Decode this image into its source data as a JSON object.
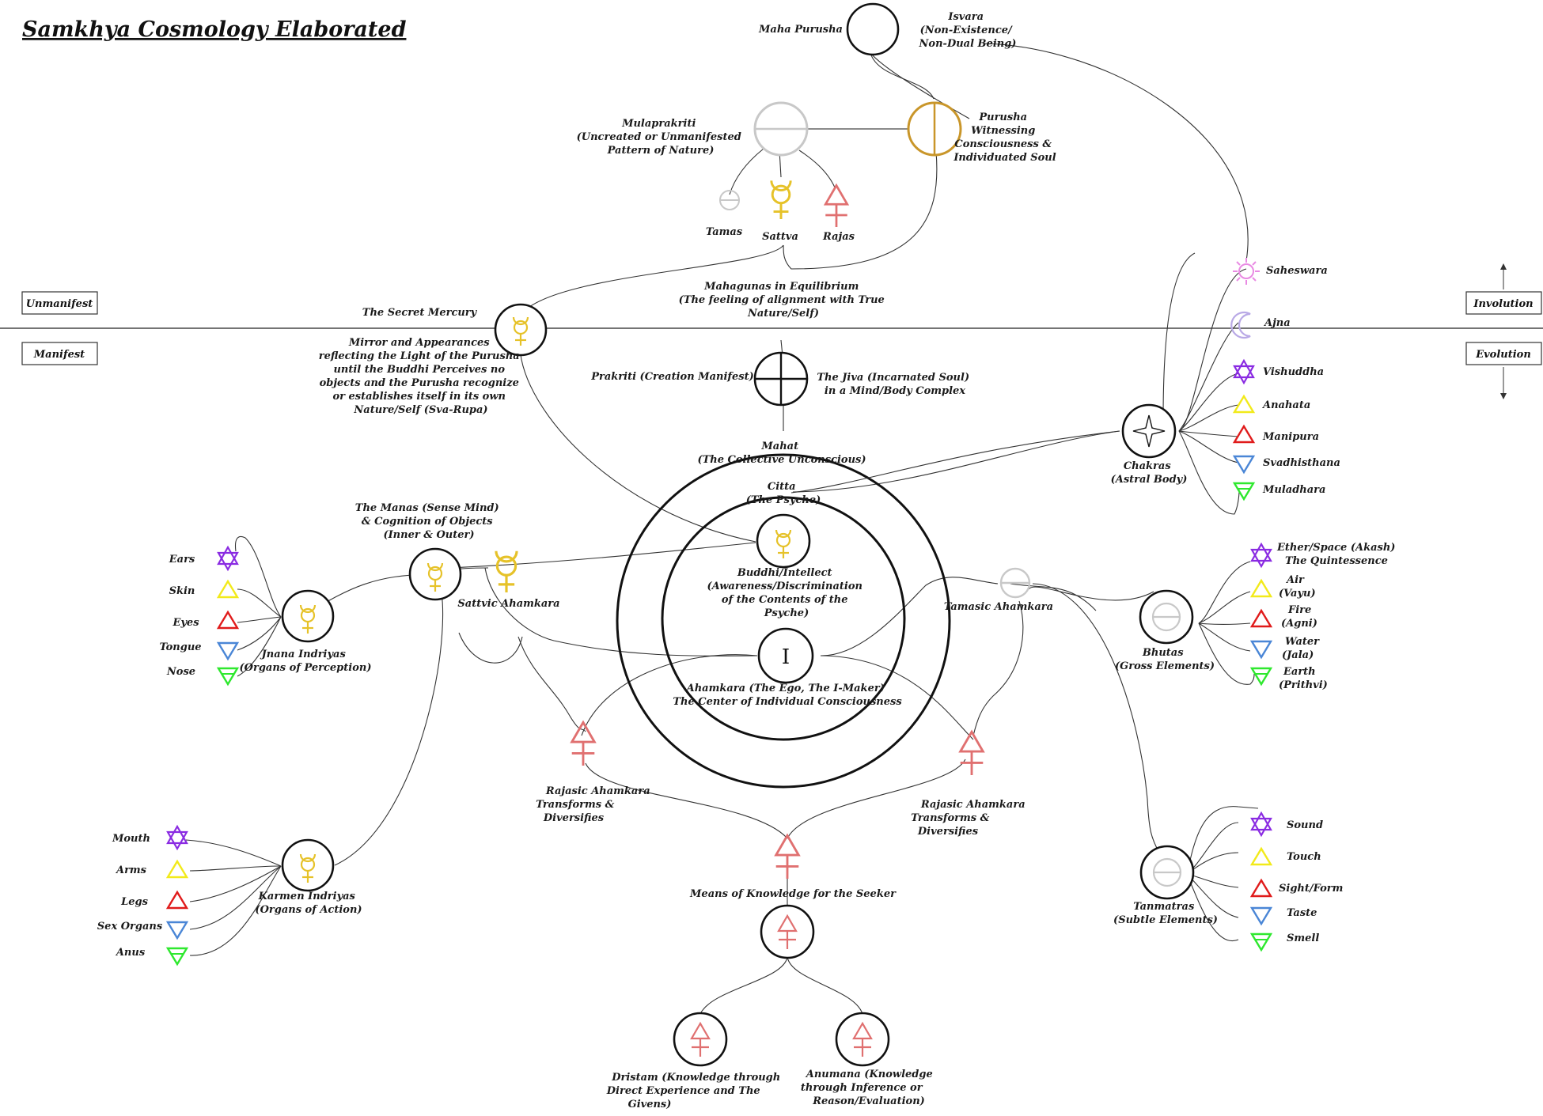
{
  "title": "Samkhya Cosmology Elaborated",
  "boxes": {
    "unmanifest": "Unmanifest",
    "manifest": "Manifest",
    "involution": "Involution",
    "evolution": "Evolution"
  },
  "nodes": {
    "maha_purusha": "Maha Purusha",
    "isvara": [
      "Isvara",
      "(Non-Existence/",
      "Non-Dual Being)"
    ],
    "mulaprakriti": [
      "Mulaprakriti",
      "(Uncreated or Unmanifested",
      "Pattern of Nature)"
    ],
    "purusha": [
      "Purusha",
      "Witnessing",
      "Consciousness &",
      "Individuated Soul"
    ],
    "tamas": "Tamas",
    "sattva": "Sattva",
    "rajas": "Rajas",
    "mahagunas": [
      "Mahagunas in Equilibrium",
      "(The feeling of alignment with True",
      "Nature/Self)"
    ],
    "secret_mercury": "The Secret Mercury",
    "mirror": [
      "Mirror and Appearances",
      "reflecting the Light of the Purusha",
      "until the Buddhi Perceives  no",
      "objects and the Purusha recognize",
      "or establishes  itself in its own",
      "Nature/Self  (Sva-Rupa)"
    ],
    "prakriti": "Prakriti (Creation Manifest)",
    "jiva": [
      "The Jiva (Incarnated Soul)",
      "in a Mind/Body Complex"
    ],
    "mahat": [
      "Mahat",
      "(The Collective Unconscious)"
    ],
    "citta": [
      "Citta",
      "(The Psyche)"
    ],
    "buddhi": [
      "Buddhi/Intellect",
      "(Awareness/Discrimination",
      "of the Contents of the",
      "Psyche)"
    ],
    "ahamkara_symbol": "I",
    "ahamkara": [
      "Ahamkara (The Ego, The I-Maker)",
      "The Center of Individual Consciousness"
    ],
    "manas": [
      "The Manas (Sense Mind)",
      "& Cognition of Objects",
      "(Inner & Outer)"
    ],
    "sattvic": "Sattvic Ahamkara",
    "tamasic": "Tamasic  Ahamkara",
    "jnana": [
      "Jnana Indriyas",
      "(Organs of Perception)"
    ],
    "karmen": [
      "Karmen Indriyas",
      "(Organs of Action)"
    ],
    "rajasic_left": [
      "Rajasic Ahamkara",
      "Transforms &",
      "Diversifies"
    ],
    "rajasic_right": [
      "Rajasic Ahamkara",
      "Transforms &",
      "Diversifies"
    ],
    "means": "Means of Knowledge for the Seeker",
    "dristam": [
      "Dristam (Knowledge through",
      "Direct Experience and The",
      "Givens)"
    ],
    "anumana": [
      "Anumana (Knowledge",
      "through Inference or",
      "Reason/Evaluation)"
    ],
    "chakras_node": [
      "Chakras",
      "(Astral Body)"
    ],
    "bhutas_node": [
      "Bhutas",
      "(Gross Elements)"
    ],
    "tanmatras_node": [
      "Tanmatras",
      "(Subtle Elements)"
    ]
  },
  "perception": [
    "Ears",
    "Skin",
    "Eyes",
    "Tongue",
    "Nose"
  ],
  "action": [
    "Mouth",
    "Arms",
    "Legs",
    "Sex Organs",
    "Anus"
  ],
  "chakras": [
    "Saheswara",
    "Ajna",
    "Vishuddha",
    "Anahata",
    "Manipura",
    "Svadhisthana",
    "Muladhara"
  ],
  "bhutas": [
    [
      "Ether/Space (Akash)",
      "The Quintessence"
    ],
    [
      "Air",
      "(Vayu)"
    ],
    [
      "Fire",
      "(Agni)"
    ],
    [
      "Water",
      "(Jala)"
    ],
    [
      "Earth",
      "(Prithvi)"
    ]
  ],
  "tanmatras": [
    "Sound",
    "Touch",
    "Sight/Form",
    "Taste",
    "Smell"
  ],
  "colors": {
    "gold": "#e6c229",
    "ochre": "#c9962a",
    "rajas_red": "#e07070",
    "grey": "#c8c8c8",
    "violet": "#8a2be2",
    "yellow": "#f2ea1a",
    "red": "#e01b1b",
    "blue": "#4a86d6",
    "green": "#2ee82e",
    "pink": "#e98ae3",
    "lavender": "#b9a9e6"
  }
}
